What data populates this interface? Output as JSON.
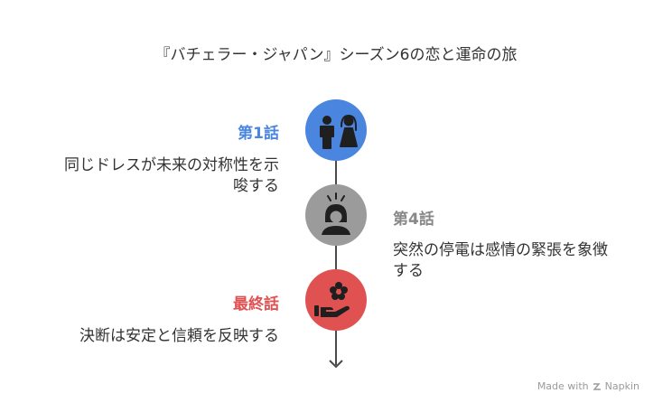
{
  "title": "『バチェラー・ジャパン』シーズン6の恋と運命の旅",
  "steps": [
    {
      "label": "第1話",
      "description_lines": [
        "同じドレスが未来の対称性を示",
        "唆する"
      ],
      "color": "#4a86e0",
      "icon": "couple-icon"
    },
    {
      "label": "第4話",
      "description_lines": [
        "突然の停電は感情の緊張を象徴",
        "する"
      ],
      "color": "#9b9b9b",
      "icon": "stressed-person-icon"
    },
    {
      "label": "最終話",
      "description_lines": [
        "決断は安定と信頼を反映する"
      ],
      "color": "#e05252",
      "icon": "flower-in-hand-icon"
    }
  ],
  "watermark": {
    "prefix": "Made with",
    "brand": "Napkin"
  }
}
